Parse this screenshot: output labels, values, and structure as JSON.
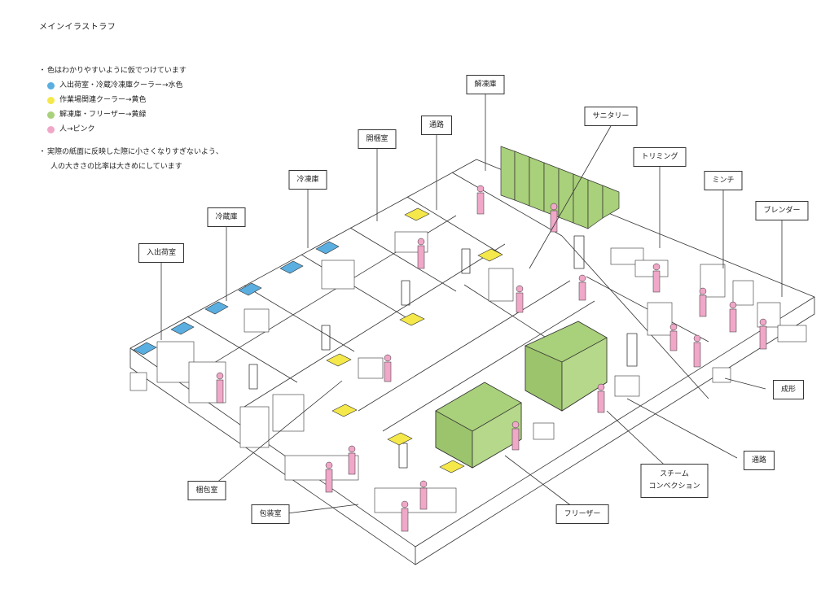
{
  "title": "メインイラストラフ",
  "notes": {
    "intro": "色はわかりやすいように仮でつけています",
    "legend": [
      {
        "text": "入出荷室・冷蔵冷凍庫クーラー→水色",
        "color": "#5aaee0"
      },
      {
        "text": "作業場関連クーラー→黄色",
        "color": "#f4e84a"
      },
      {
        "text": "解凍庫・フリーザー→黄緑",
        "color": "#a9d07a"
      },
      {
        "text": "人→ピンク",
        "color": "#f0a7c8"
      }
    ],
    "note2_line1": "実際の紙面に反映した際に小さくなりすぎないよう、",
    "note2_line2": "人の大きさの比率は大きめにしています"
  },
  "labels": {
    "nyushuka": "入出荷室",
    "reizo": "冷蔵庫",
    "reito": "冷凍庫",
    "kaikon": "開梱室",
    "tsuro_top": "通路",
    "kaito": "解凍庫",
    "sanitary": "サニタリー",
    "trimming": "トリミング",
    "minchi": "ミンチ",
    "blender": "ブレンダー",
    "seikei": "成形",
    "tsuro_bottom": "通路",
    "steam_line1": "スチーム",
    "steam_line2": "コンベクション",
    "freezer": "フリーザー",
    "housou": "包装室",
    "konpo": "梱包室"
  },
  "colors": {
    "cooler_blue": "#5aaee0",
    "cooler_yellow": "#f4e84a",
    "machine_green": "#a9d07a",
    "person_pink": "#f0a7c8",
    "line": "#333333"
  }
}
